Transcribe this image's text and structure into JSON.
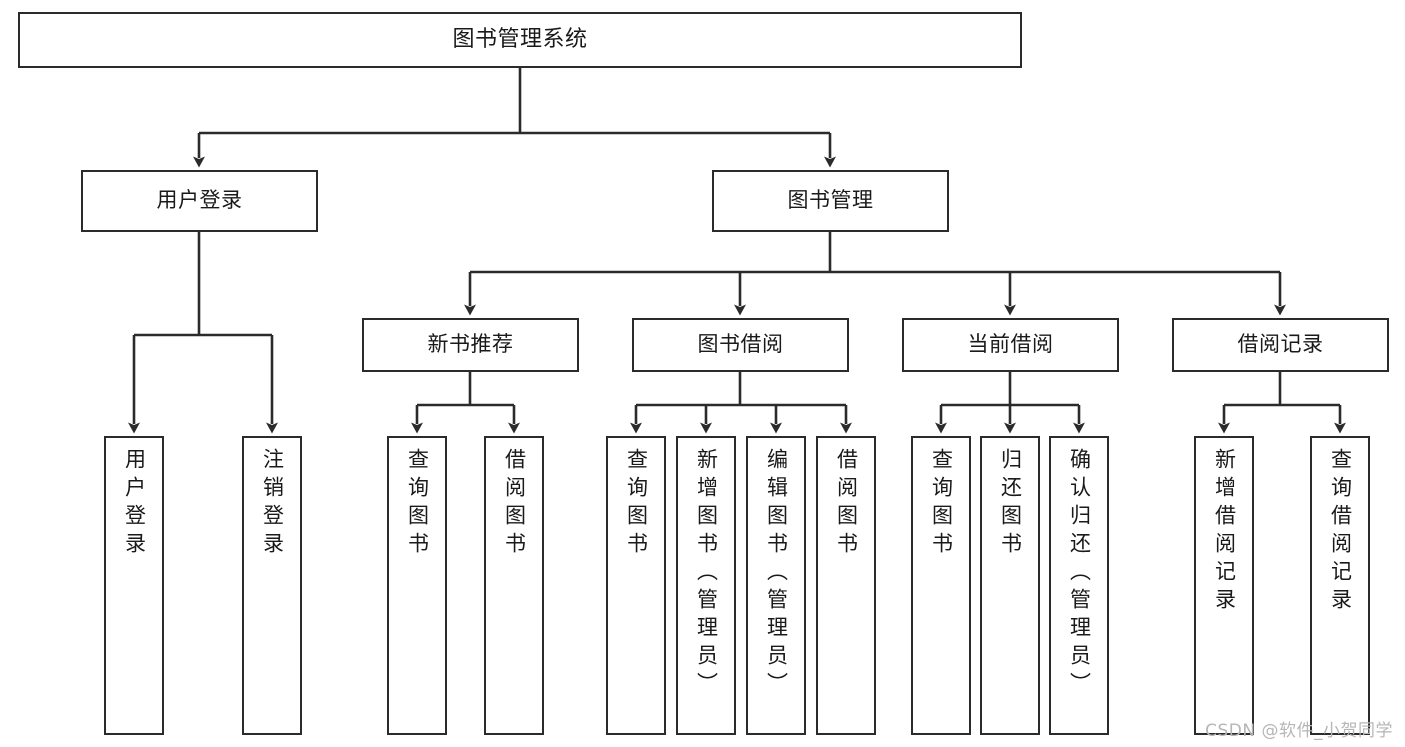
{
  "diagram": {
    "type": "tree",
    "title": "图书管理系统",
    "orientation": "top-down",
    "colors": {
      "background": "#ffffff",
      "box_border": "#2b2b2b",
      "box_fill": "#ffffff",
      "connector": "#2b2b2b",
      "text": "#1a1a1a",
      "watermark": "#b6b6b6"
    }
  },
  "nodes": {
    "root": {
      "label": "图书管理系统"
    },
    "level2": [
      {
        "label": "用户登录"
      },
      {
        "label": "图书管理"
      }
    ],
    "level3": [
      {
        "label": "新书推荐"
      },
      {
        "label": "图书借阅"
      },
      {
        "label": "当前借阅"
      },
      {
        "label": "借阅记录"
      }
    ],
    "leaves": {
      "user_login": [
        {
          "label": "用户登录"
        },
        {
          "label": "注销登录"
        }
      ],
      "new_book_recommend": [
        {
          "label": "查询图书"
        },
        {
          "label": "借阅图书"
        }
      ],
      "book_borrow": [
        {
          "label": "查询图书"
        },
        {
          "label": "新增图书（管理员）"
        },
        {
          "label": "编辑图书（管理员）"
        },
        {
          "label": "借阅图书"
        }
      ],
      "current_borrow": [
        {
          "label": "查询图书"
        },
        {
          "label": "归还图书"
        },
        {
          "label": "确认归还（管理员）"
        }
      ],
      "borrow_record": [
        {
          "label": "新增借阅记录"
        },
        {
          "label": "查询借阅记录"
        }
      ]
    }
  },
  "watermark": {
    "text": "CSDN @软件_小贺同学"
  }
}
